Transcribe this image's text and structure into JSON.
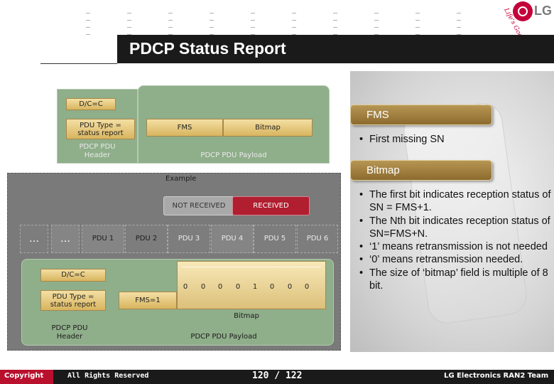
{
  "slide": {
    "title": "PDCP Status Report"
  },
  "logo": {
    "text": "LG",
    "tagline": "Life's Good"
  },
  "upper_diagram": {
    "dc_label": "D/C=C",
    "pdu_type_line1": "PDU Type =",
    "pdu_type_line2": "status report",
    "fms_label": "FMS",
    "bitmap_label": "Bitmap",
    "header_line1": "PDCP PDU",
    "header_line2": "Header",
    "payload_label": "PDCP PDU Payload"
  },
  "example": {
    "title": "Example",
    "legend_not_received": "NOT RECEIVED",
    "legend_received": "RECEIVED",
    "ellipsis": "…",
    "pdus": [
      "PDU 1",
      "PDU 2",
      "PDU 3",
      "PDU 4",
      "PDU 5",
      "PDU 6"
    ],
    "dc_label": "D/C=C",
    "pdu_type_line1": "PDU Type =",
    "pdu_type_line2": "status report",
    "fms_value": "FMS=1",
    "bits": [
      "0",
      "0",
      "0",
      "0",
      "1",
      "0",
      "0",
      "0"
    ],
    "bitmap_label": "Bitmap",
    "header_line1": "PDCP PDU",
    "header_line2": "Header",
    "payload_label": "PDCP PDU Payload"
  },
  "side_panel": {
    "fms_heading": "FMS",
    "fms_bullets": [
      "First missing SN"
    ],
    "bitmap_heading": "Bitmap",
    "bitmap_bullets": [
      "The first bit indicates reception status of SN = FMS+1.",
      "The Nth bit indicates reception status of SN=FMS+N.",
      "‘1’ means retransmission is not needed",
      "‘0’ means retransmission needed.",
      "The size of ‘bitmap’ field is multiple of 8 bit."
    ]
  },
  "footer": {
    "copyright": "Copyright",
    "rights": "All Rights Reserved",
    "page": "120 / 122",
    "team": "LG Electronics RAN2 Team"
  },
  "colors": {
    "title_bar": "#1a1a1a",
    "brand_red": "#c4003a",
    "green_block": "#8fae8a",
    "received": "#b01e2f",
    "not_received": "#a9a9a9",
    "heading_gold": "#a3823f"
  }
}
